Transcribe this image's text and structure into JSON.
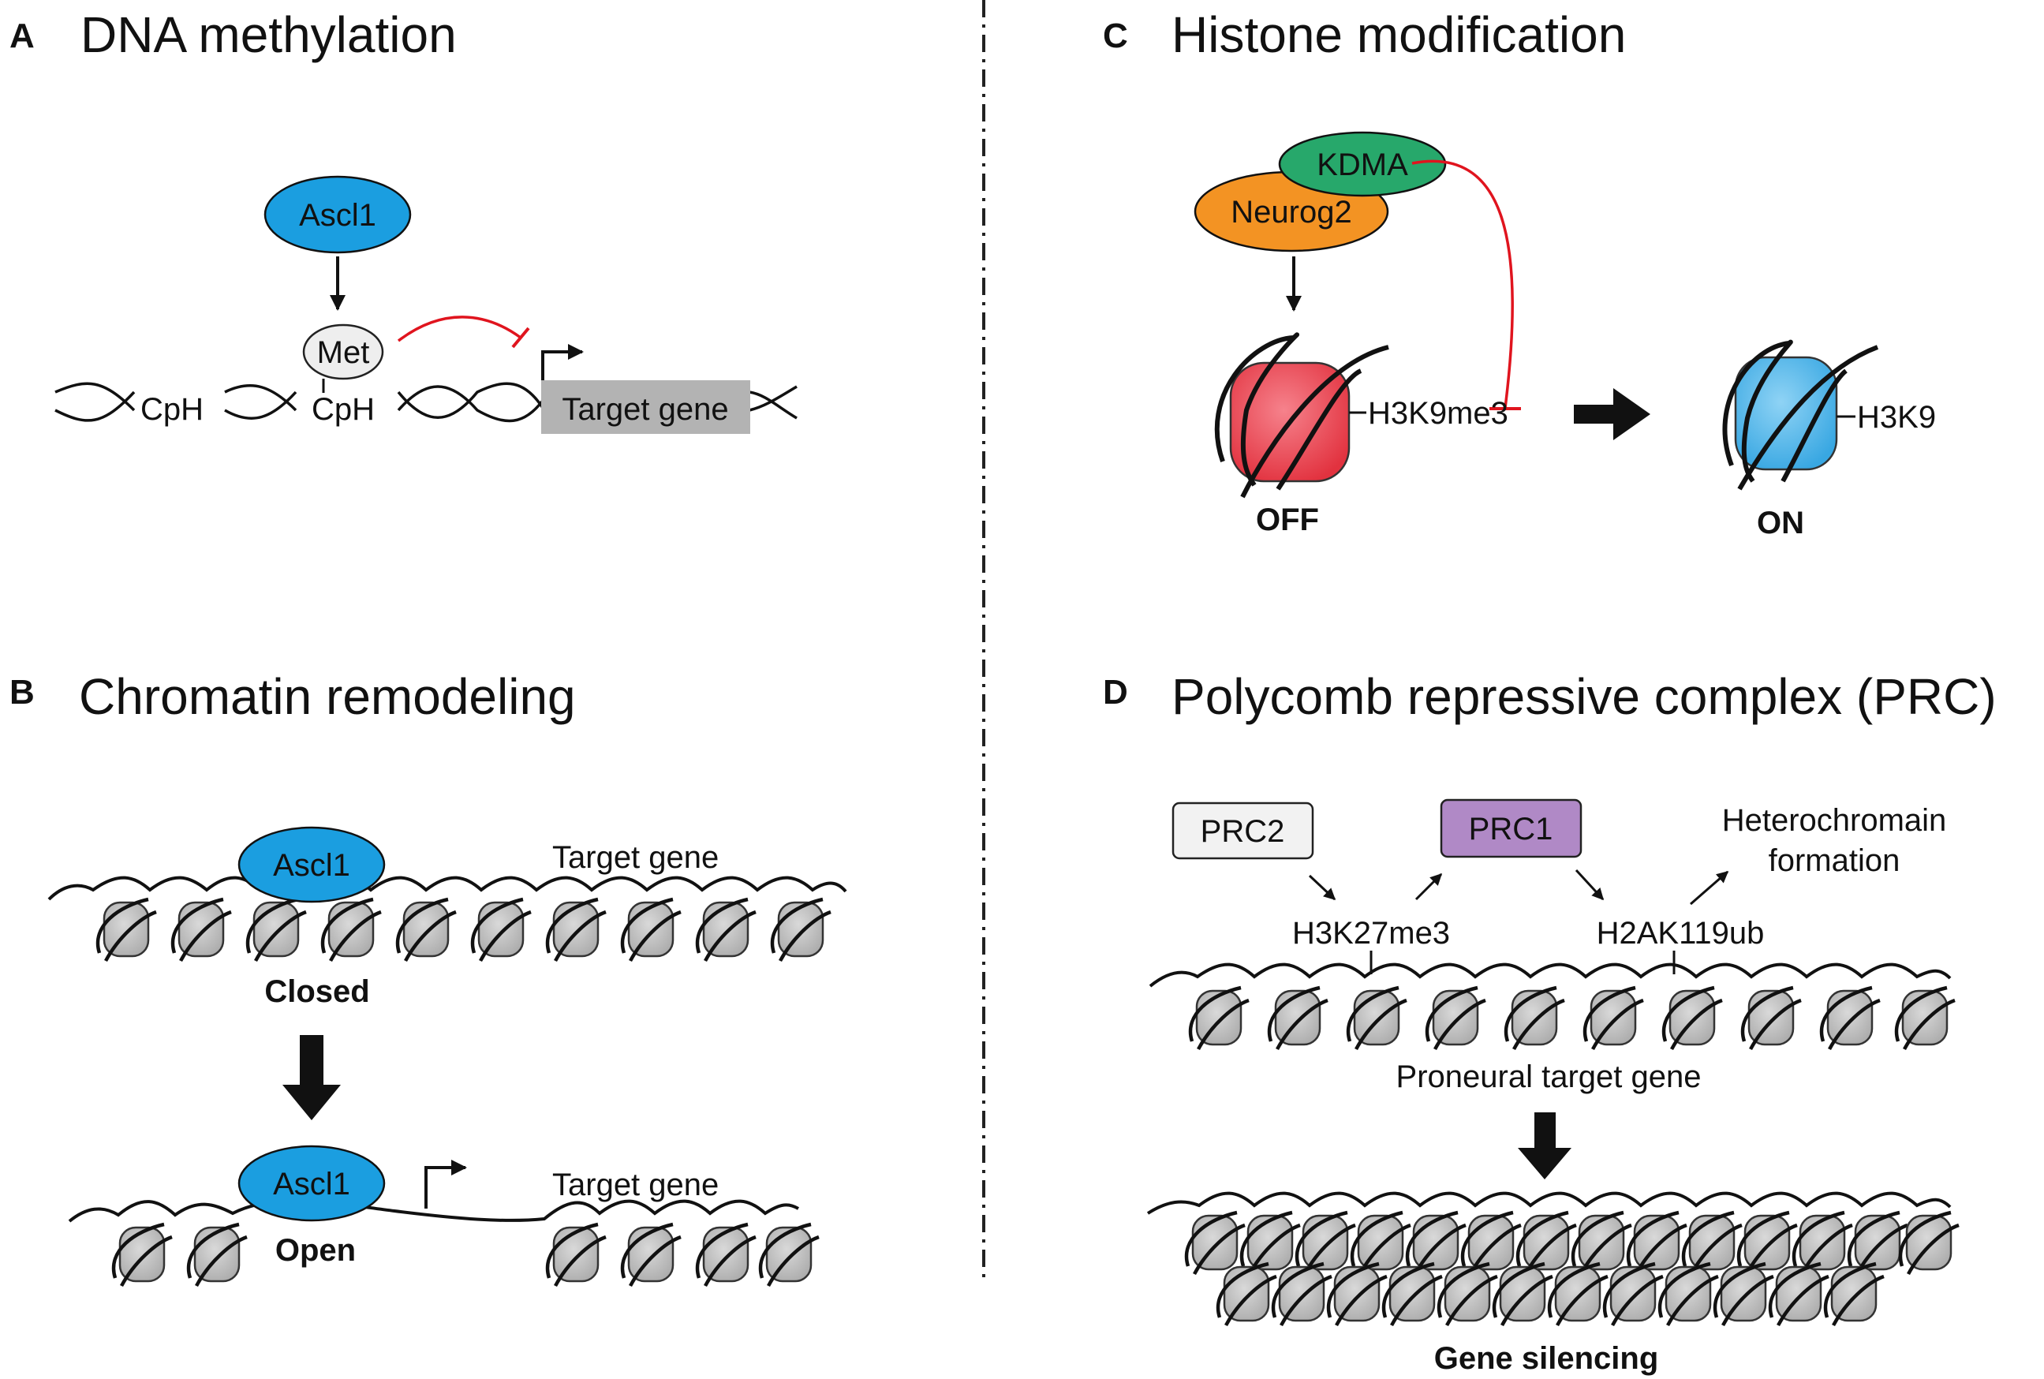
{
  "panels": {
    "a": {
      "letter": "A",
      "title": "DNA methylation",
      "ascl1": "Ascl1",
      "met": "Met",
      "cph_1": "CpH",
      "cph_2": "CpH",
      "target_gene": "Target gene"
    },
    "b": {
      "letter": "B",
      "title": "Chromatin remodeling",
      "ascl1_top": "Ascl1",
      "target_gene_top": "Target gene",
      "closed": "Closed",
      "ascl1_bottom": "Ascl1",
      "open": "Open",
      "target_gene_bottom": "Target gene"
    },
    "c": {
      "letter": "C",
      "title": "Histone modification",
      "kdma": "KDMA",
      "neurog2": "Neurog2",
      "h3k9me3": "H3K9me3",
      "h3k9": "H3K9",
      "off": "OFF",
      "on": "ON"
    },
    "d": {
      "letter": "D",
      "title": "Polycomb repressive complex (PRC)",
      "prc2": "PRC2",
      "prc1": "PRC1",
      "heterochromatin_1": "Heterochromain",
      "heterochromatin_2": "formation",
      "h3k27me3": "H3K27me3",
      "h2ak119ub": "H2AK119ub",
      "proneural": "Proneural target gene",
      "silencing": "Gene silencing"
    }
  },
  "colors": {
    "ascl1": "#1b9ee0",
    "neurog2": "#f39323",
    "kdma": "#27a86b",
    "off_nucleosome": "#e84652",
    "on_nucleosome": "#4bb1e6",
    "prc1": "#b089c6",
    "prc2": "#f2f2f2",
    "met": "#eeeeee",
    "target_box": "#b3b3b3",
    "nucleosome_gray": "#bdbdbd",
    "inhibition": "#e0141e",
    "divider": "#222222"
  },
  "icons": {
    "activation_arrow": "arrow-down-icon",
    "transition_arrow": "thick-arrow-icon",
    "inhibition": "t-bar-icon",
    "tss": "bent-arrow-icon"
  }
}
